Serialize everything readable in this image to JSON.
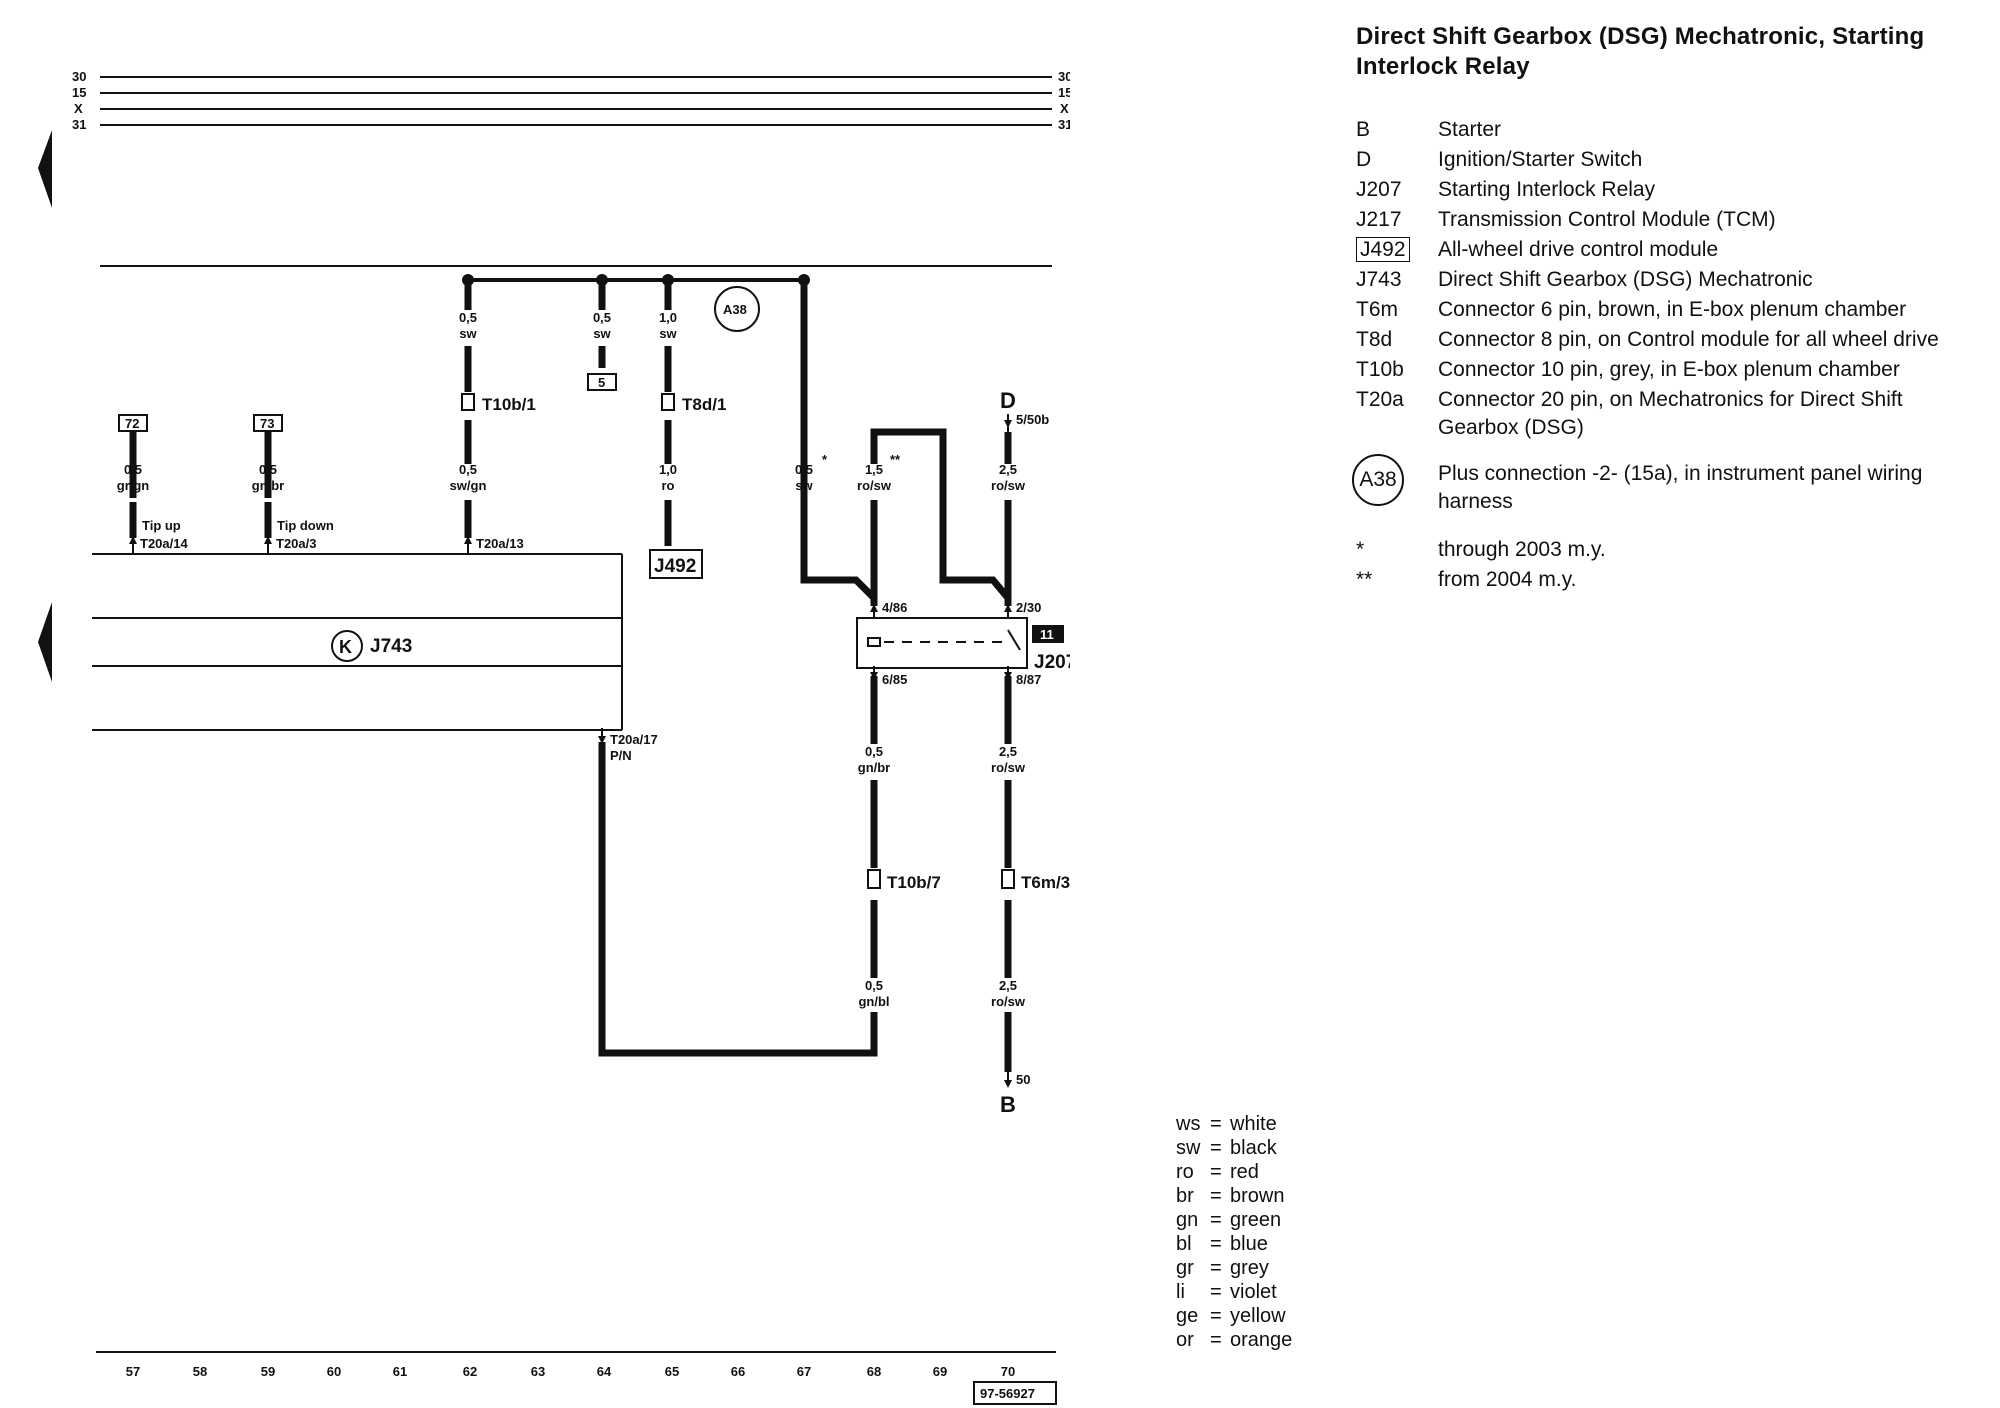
{
  "title": "Direct Shift Gearbox (DSG) Mechatronic, Starting Interlock Relay",
  "bus_lines": [
    "30",
    "15",
    "X",
    "31"
  ],
  "components": [
    {
      "code": "B",
      "desc": "Starter",
      "boxed": false
    },
    {
      "code": "D",
      "desc": "Ignition/Starter Switch",
      "boxed": false
    },
    {
      "code": "J207",
      "desc": "Starting Interlock Relay",
      "boxed": false
    },
    {
      "code": "J217",
      "desc": "Transmission Control Module (TCM)",
      "boxed": false
    },
    {
      "code": "J492",
      "desc": "All-wheel drive control module",
      "boxed": true
    },
    {
      "code": "J743",
      "desc": "Direct Shift Gearbox (DSG) Mechatronic",
      "boxed": false
    },
    {
      "code": "T6m",
      "desc": "Connector 6 pin, brown, in E-box plenum chamber",
      "boxed": false
    },
    {
      "code": "T8d",
      "desc": "Connector 8 pin, on Control module for all wheel drive",
      "boxed": false
    },
    {
      "code": "T10b",
      "desc": "Connector 10 pin, grey, in E-box plenum chamber",
      "boxed": false
    },
    {
      "code": "T20a",
      "desc": "Connector 20 pin, on Mechatronics for Direct Shift Gearbox (DSG)",
      "boxed": false
    }
  ],
  "plus_connection": {
    "code": "A38",
    "desc": "Plus connection -2- (15a), in instrument panel wiring harness"
  },
  "notes": [
    {
      "mark": "*",
      "desc": "through 2003 m.y."
    },
    {
      "mark": "**",
      "desc": "from 2004 m.y."
    }
  ],
  "color_codes": [
    {
      "abbr": "ws",
      "color": "white"
    },
    {
      "abbr": "sw",
      "color": "black"
    },
    {
      "abbr": "ro",
      "color": "red"
    },
    {
      "abbr": "br",
      "color": "brown"
    },
    {
      "abbr": "gn",
      "color": "green"
    },
    {
      "abbr": "bl",
      "color": "blue"
    },
    {
      "abbr": "gr",
      "color": "grey"
    },
    {
      "abbr": "li",
      "color": "violet"
    },
    {
      "abbr": "ge",
      "color": "yellow"
    },
    {
      "abbr": "or",
      "color": "orange"
    }
  ],
  "track_numbers": [
    "57",
    "58",
    "59",
    "60",
    "61",
    "62",
    "63",
    "64",
    "65",
    "66",
    "67",
    "68",
    "69",
    "70"
  ],
  "diagram_number": "97-56927",
  "labels": {
    "ref72": "72",
    "ref73": "73",
    "ref5": "5",
    "refA38": "A38",
    "ref11": "11",
    "tip_up": "Tip up",
    "tip_down": "Tip down",
    "pin_t20a14": "T20a/14",
    "pin_t20a3": "T20a/3",
    "pin_t20a13": "T20a/13",
    "pin_t20a17": "T20a/17",
    "pin_pn": "P/N",
    "wire_05": "0,5",
    "wire_10": "1,0",
    "wire_15": "1,5",
    "wire_25": "2,5",
    "col_grgn": "gr/gn",
    "col_gnbr": "gn/br",
    "col_swgn": "sw/gn",
    "col_sw": "sw",
    "col_ro": "ro",
    "col_rosw": "ro/sw",
    "col_gnbl": "gn/bl",
    "star1": "*",
    "star2": "**",
    "conn_t10b1": "T10b/1",
    "conn_t8d1": "T8d/1",
    "conn_t10b7": "T10b/7",
    "conn_t6m3": "T6m/3",
    "j492": "J492",
    "j743": "J743",
    "j207": "J207",
    "d": "D",
    "b": "B",
    "pin_550b": "5/50b",
    "pin_486": "4/86",
    "pin_230": "2/30",
    "pin_685": "6/85",
    "pin_887": "8/87",
    "pin_50": "50"
  }
}
